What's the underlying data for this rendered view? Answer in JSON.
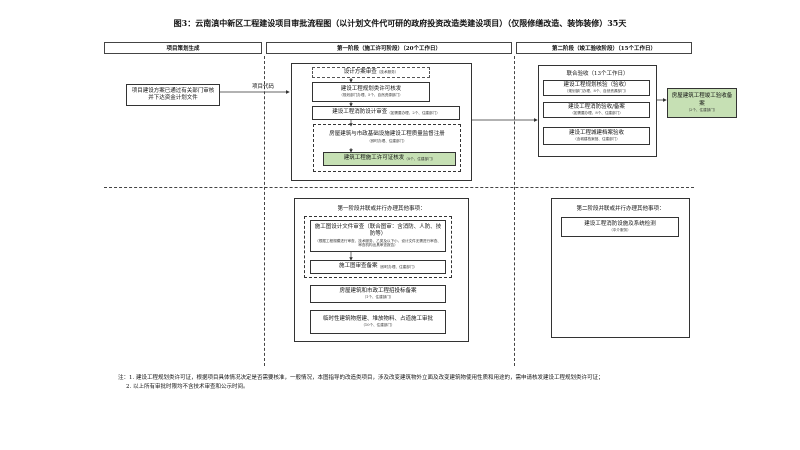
{
  "title": "图3：云南滇中新区工程建设项目审批流程图（以计划文件代可研的政府投资改造类建设项目）（仅限修缮改造、装饰装修）35天",
  "stages": {
    "planning": "项目策划生成",
    "phase1": "第一阶段（施工许可阶段）（20个工作日）",
    "phase2": "第二阶段（竣工验收阶段）（15个工作日）"
  },
  "left_box": "项目建设方案已通过有关部门审核并下达资金计划文件",
  "arrow_label": "项目代码",
  "phase1": {
    "design_review": {
      "label": "设计方案审查",
      "tag": "（技术服务）"
    },
    "permit": {
      "label": "建设工程规划类许可核发",
      "sub": "（规划部门办理、5个、自然资源部门）"
    },
    "fire_review": {
      "label": "建设工程消防设计审查",
      "sub": "（如需要办理、2个、住建部门）"
    },
    "supervision": {
      "label": "房屋建筑与市政基础设施建设工程质量监督注册",
      "sub": "（即时办理、住建部门）"
    },
    "construction_permit": {
      "label": "建筑工程施工许可证核发",
      "sub": "（8个、住建部门）"
    }
  },
  "phase2": {
    "joint_title": "联合验收（13个工作日）",
    "planning_acceptance": {
      "label": "建设工程规划核验（验收）",
      "sub": "（规划部门办理、8个、自然资源部门）"
    },
    "fire_acceptance": {
      "label": "建设工程消防验收/备案",
      "sub": "（如需要办理、8个、住建部门）"
    },
    "archive_acceptance": {
      "label": "建设工程城建档案验收",
      "sub": "（含城建档案馆、住建部门）"
    }
  },
  "final_box": {
    "label": "房屋建筑工程竣工验收备案",
    "sub": "（2个、住建部门）"
  },
  "parallel1": {
    "title": "第一阶段并联或并行办理其他事项：",
    "drawing_review": {
      "label": "施工图设计文件审查（联合图审：含消防、人防、技防等）",
      "sub": "（根据工程规模进行审查、技术服务、乙类及以下小、设计文件无需进行审查、审查机构出具审查报告）"
    },
    "drawing_record": {
      "label": "施工图审查备案",
      "sub": "（即时办理、住建部门）"
    },
    "tender_record": {
      "label": "房屋建筑和市政工程招投标备案",
      "sub": "（1个、住建部门）"
    },
    "temp_approval": {
      "label": "临时性建筑物搭建、堆放物料、占道施工审批",
      "sub": "（10个、住建部门）"
    }
  },
  "parallel2": {
    "title": "第二阶段并联或并行办理其他事项：",
    "fire_record": {
      "label": "建设工程消防设施及系统检测",
      "sub": "（中介服务）"
    }
  },
  "notes": [
    "注：1. 建设工程规划类许可证，根据项目具体情况决定是否需要核准，一般情况，本图指导的改造类项目，涉及改变建筑物外立面及改变建筑物使用性质和用途的，需申请核发建设工程规划类许可证；",
    "2. 以上所有审批时限均不含技术审查和公示时间。"
  ]
}
